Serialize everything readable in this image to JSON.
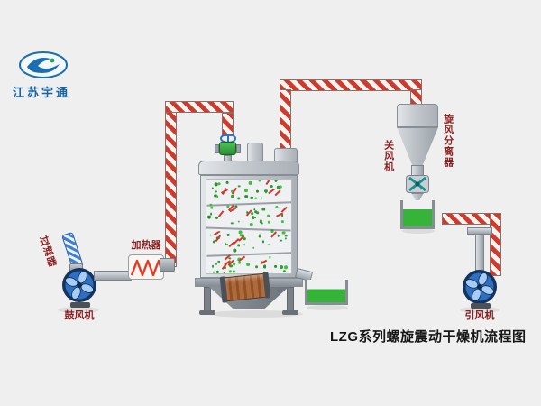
{
  "company": {
    "name": "江苏宇通"
  },
  "diagram": {
    "title": "LZG系列螺旋震动干燥机流程图",
    "components": {
      "filter": {
        "label": "过滤器"
      },
      "blower": {
        "label": "鼓风机"
      },
      "heater": {
        "label": "加热器"
      },
      "cyclone": {
        "label": "旋风分离器"
      },
      "rotary_valve": {
        "label": "关风机"
      },
      "induced_fan": {
        "label": "引风机"
      }
    },
    "colors": {
      "background": "#efefef",
      "pipe_stripe_red": "#cf3a2e",
      "material_green": "#36b43a",
      "fan_blue": "#2f6fc1",
      "label_maroon": "#8b1e1e",
      "brand_blue": "#19639f"
    }
  }
}
